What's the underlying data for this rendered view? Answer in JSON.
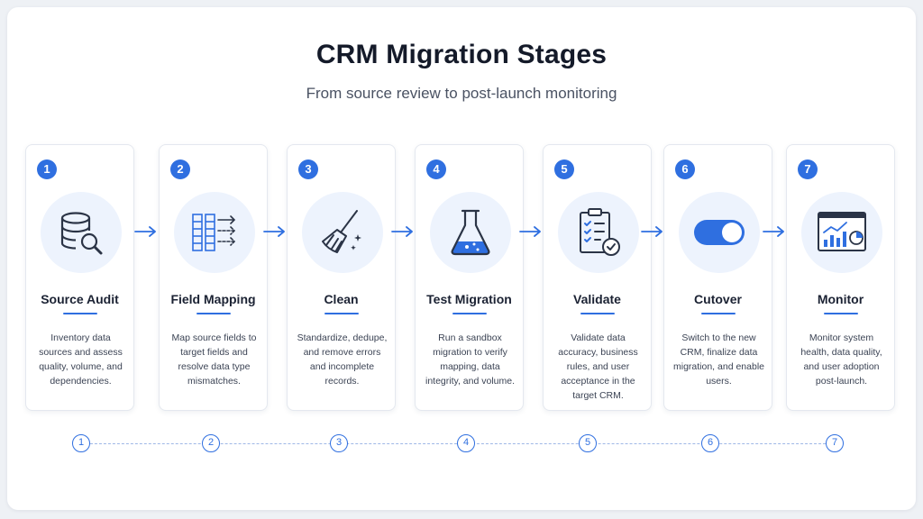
{
  "header": {
    "title": "CRM Migration Stages",
    "subtitle": "From source review to post-launch monitoring"
  },
  "colors": {
    "accent": "#2f6fe0",
    "icon_stroke": "#2b3446",
    "icon_bg": "#edf3fd"
  },
  "stages": [
    {
      "number": "1",
      "title": "Source Audit",
      "icon": "database-search-icon",
      "description": "Inventory data sources and assess quality, volume, and dependencies."
    },
    {
      "number": "2",
      "title": "Field Mapping",
      "icon": "field-mapping-icon",
      "description": "Map source fields to target fields and resolve data type mismatches."
    },
    {
      "number": "3",
      "title": "Clean",
      "icon": "broom-icon",
      "description": "Standardize, dedupe, and remove errors and incomplete records."
    },
    {
      "number": "4",
      "title": "Test Migration",
      "icon": "flask-icon",
      "description": "Run a sandbox migration to verify mapping, data integrity, and volume."
    },
    {
      "number": "5",
      "title": "Validate",
      "icon": "checklist-icon",
      "description": "Validate data accuracy, business rules, and user acceptance in the target CRM."
    },
    {
      "number": "6",
      "title": "Cutover",
      "icon": "toggle-switch-icon",
      "description": "Switch to the new CRM, finalize data migration, and enable users."
    },
    {
      "number": "7",
      "title": "Monitor",
      "icon": "dashboard-chart-icon",
      "description": "Monitor system health, data quality, and user adoption post-launch."
    }
  ],
  "timeline": [
    "1",
    "2",
    "3",
    "4",
    "5",
    "6",
    "7"
  ]
}
